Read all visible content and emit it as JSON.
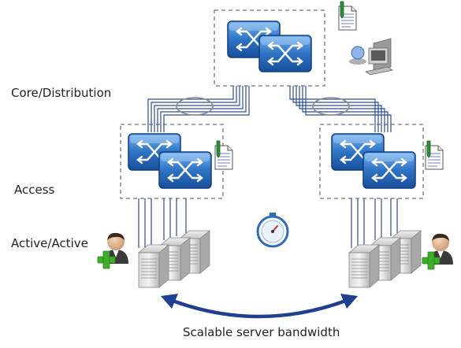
{
  "labels": {
    "core_distribution": "Core/Distribution",
    "access": "Access",
    "active_active": "Active/Active",
    "bandwidth": "Scalable server bandwidth"
  },
  "icons": {
    "switch": "network-switch-icon",
    "document": "config-document-icon",
    "management_station": "management-workstation-icon",
    "server": "server-rack-icon",
    "user_add": "user-add-icon",
    "stopwatch": "stopwatch-icon",
    "double_arrow": "double-headed-arrow-icon"
  },
  "colors": {
    "switch_blue": "#1f5fae",
    "switch_light": "#5f9fe0",
    "link_blue": "#2e4a9e",
    "dashed_border": "#8a8a8a",
    "arrow": "#1f3f8f",
    "user_plus": "#3fae2a"
  }
}
